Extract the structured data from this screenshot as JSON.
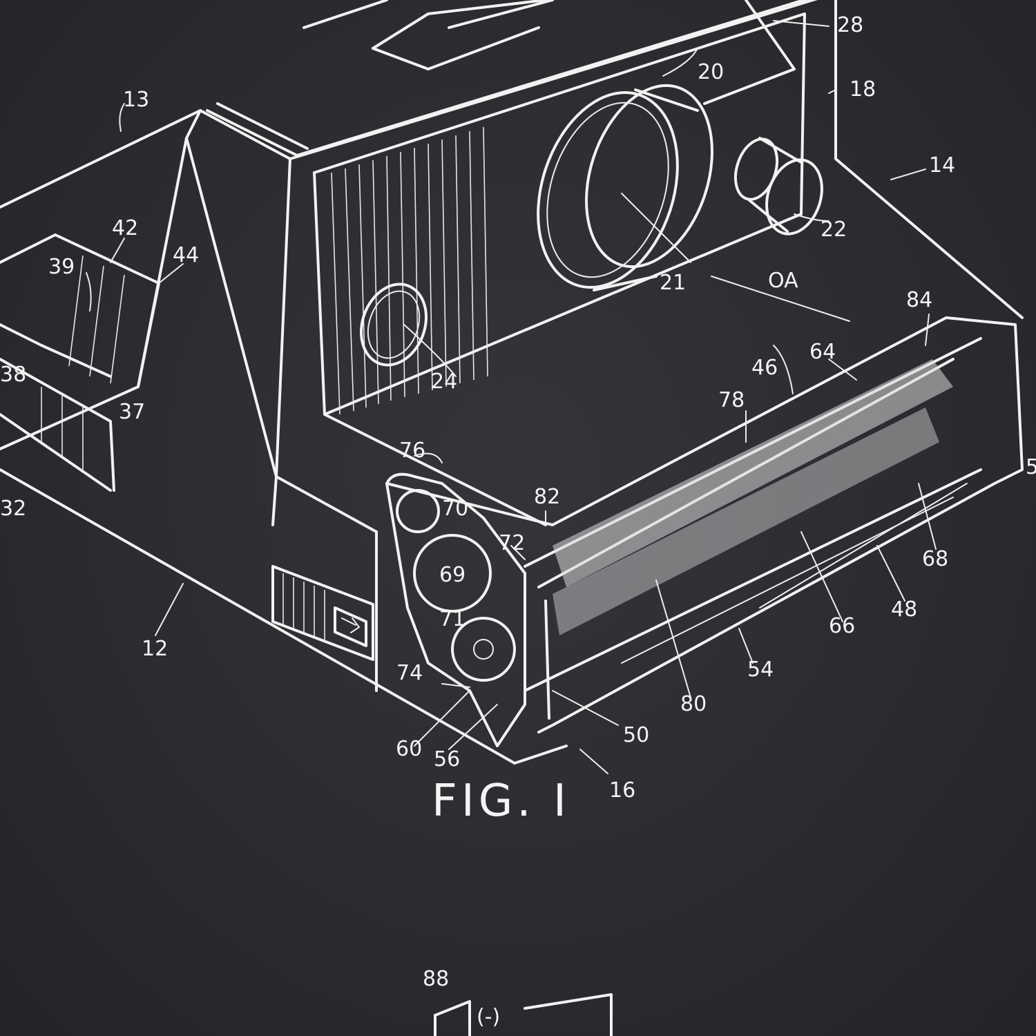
{
  "figure": {
    "caption": "FIG. I"
  },
  "reference_numerals": [
    {
      "id": "13",
      "text": "13"
    },
    {
      "id": "28",
      "text": "28"
    },
    {
      "id": "20",
      "text": "20"
    },
    {
      "id": "18",
      "text": "18"
    },
    {
      "id": "14",
      "text": "14"
    },
    {
      "id": "22",
      "text": "22"
    },
    {
      "id": "21",
      "text": "21"
    },
    {
      "id": "oa",
      "text": "OA"
    },
    {
      "id": "42",
      "text": "42"
    },
    {
      "id": "39",
      "text": "39"
    },
    {
      "id": "44",
      "text": "44"
    },
    {
      "id": "38",
      "text": "38"
    },
    {
      "id": "37",
      "text": "37"
    },
    {
      "id": "32",
      "text": "32"
    },
    {
      "id": "24",
      "text": "24"
    },
    {
      "id": "84",
      "text": "84"
    },
    {
      "id": "64",
      "text": "64"
    },
    {
      "id": "46",
      "text": "46"
    },
    {
      "id": "78",
      "text": "78"
    },
    {
      "id": "76",
      "text": "76"
    },
    {
      "id": "70",
      "text": "70"
    },
    {
      "id": "82",
      "text": "82"
    },
    {
      "id": "72",
      "text": "72"
    },
    {
      "id": "69",
      "text": "69"
    },
    {
      "id": "71",
      "text": "71"
    },
    {
      "id": "74",
      "text": "74"
    },
    {
      "id": "60",
      "text": "60"
    },
    {
      "id": "56",
      "text": "56"
    },
    {
      "id": "50",
      "text": "50"
    },
    {
      "id": "80",
      "text": "80"
    },
    {
      "id": "54",
      "text": "54"
    },
    {
      "id": "66",
      "text": "66"
    },
    {
      "id": "48",
      "text": "48"
    },
    {
      "id": "68",
      "text": "68"
    },
    {
      "id": "16",
      "text": "16"
    },
    {
      "id": "12",
      "text": "12"
    },
    {
      "id": "88",
      "text": "88"
    },
    {
      "id": "58",
      "text": "5"
    },
    {
      "id": "neg",
      "text": "(-)"
    }
  ]
}
